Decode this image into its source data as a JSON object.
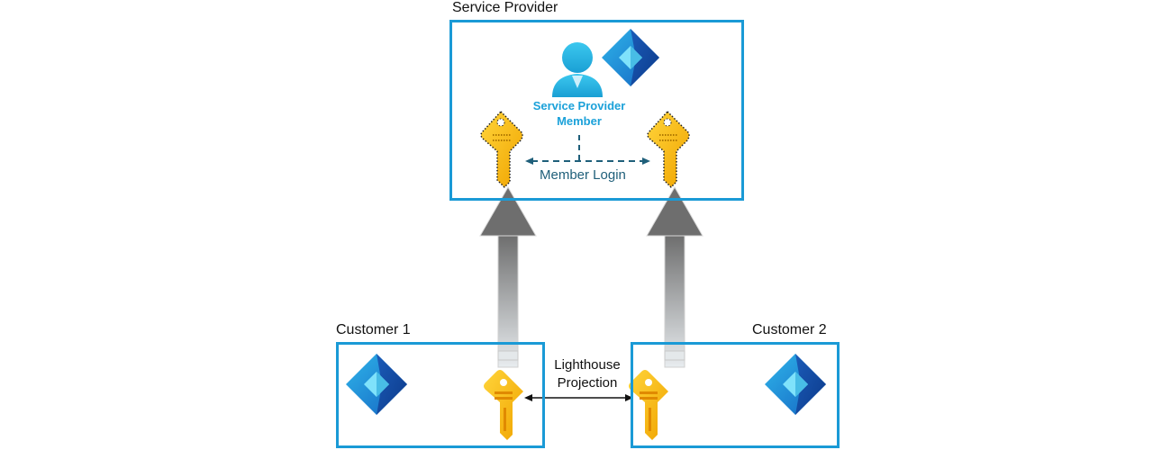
{
  "service_provider": {
    "title": "Service Provider",
    "member_label_line1": "Service Provider",
    "member_label_line2": "Member",
    "login_label": "Member Login"
  },
  "customers": [
    {
      "title": "Customer 1"
    },
    {
      "title": "Customer 2"
    }
  ],
  "projection": {
    "line1": "Lighthouse",
    "line2": "Projection"
  },
  "colors": {
    "border": "#1a9ad6",
    "key_gold": "#f5b800",
    "arrow_gray": "#6e6e6e",
    "entra_blue": "#1f6fc4",
    "member_text": "#1ba1d9",
    "login_text": "#1f5f7a"
  }
}
